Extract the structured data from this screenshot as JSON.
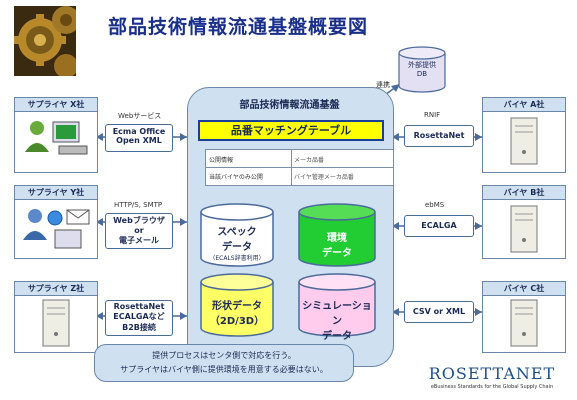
{
  "title": "部品技術情報流通基盤概要図",
  "hub": {
    "title": "部品技術情報流通基盤",
    "matching_table": "品番マッチングテーブル",
    "table_rows": [
      {
        "left": "公開情報",
        "right": "メーカ品番"
      },
      {
        "left": "当該バイヤのみ公開",
        "right": "バイヤ管理メーカ品番"
      }
    ],
    "spec_db": {
      "line1": "スペック",
      "line2": "データ",
      "note": "（ECALS辞書利用）"
    },
    "env_db": {
      "line1": "環境",
      "line2": "データ"
    },
    "shape_db": {
      "line1": "形状データ",
      "line2": "（2D/3D）"
    },
    "sim_db": {
      "line1": "シミュレーション",
      "line2": "データ"
    }
  },
  "external_db": {
    "line1": "外部提供",
    "line2": "DB",
    "link_label": "連携"
  },
  "suppliers": [
    {
      "label": "サプライヤ X社",
      "protocol": "Webサービス",
      "box_lines": [
        "Ecma Office",
        "Open XML"
      ]
    },
    {
      "label": "サプライヤ Y社",
      "protocol": "HTTP/S, SMTP",
      "box_lines": [
        "Webブラウザ",
        "or",
        "電子メール"
      ]
    },
    {
      "label": "サプライヤ Z社",
      "protocol": "",
      "box_lines": [
        "RosettaNet",
        "ECALGAなど",
        "B2B接続"
      ]
    }
  ],
  "buyers": [
    {
      "label": "バイヤ A社",
      "protocol": "RNIF",
      "box_lines": [
        "RosettaNet"
      ]
    },
    {
      "label": "バイヤ B社",
      "protocol": "ebMS",
      "box_lines": [
        "ECALGA"
      ]
    },
    {
      "label": "バイヤ C社",
      "protocol": "",
      "box_lines": [
        "CSV or XML"
      ]
    }
  ],
  "callout": {
    "line1": "提供プロセスはセンタ側で対応を行う。",
    "line2": "サプライヤはバイヤ側に提供環境を用意する必要はない。"
  },
  "logo": {
    "name": "ROSETTANET",
    "tagline": "eBusiness Standards for the Global Supply Chain"
  },
  "colors": {
    "title": "#1a2f8a",
    "hub_fill": "#cfe0f0",
    "matching_bar": "#ffff00",
    "spec_db": "#ffffff",
    "env_db": "#22cc33",
    "shape_db": "#ffff66",
    "sim_db": "#ffccee"
  }
}
